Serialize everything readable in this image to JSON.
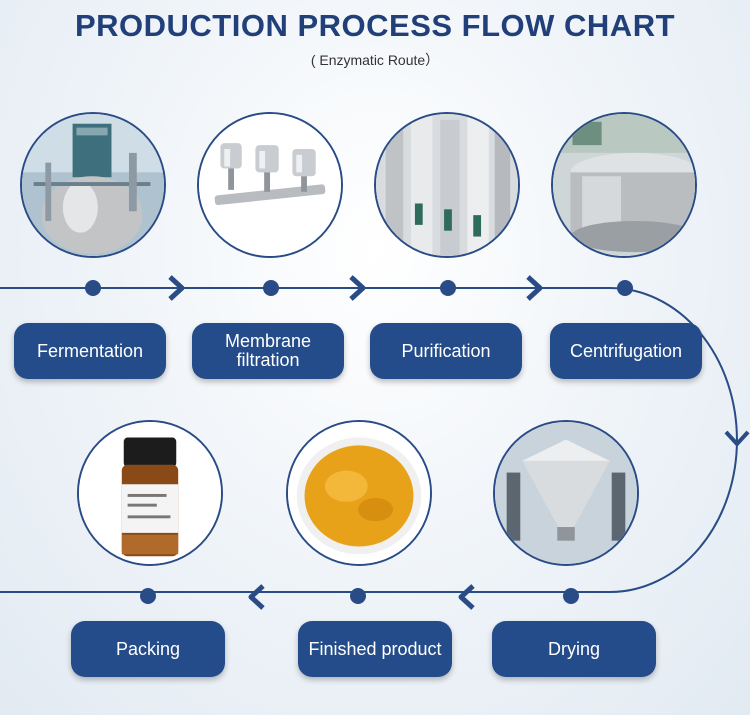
{
  "header": {
    "title": "PRODUCTION PROCESS FLOW CHART",
    "subtitle": "( Enzymatic Route）"
  },
  "steps": [
    {
      "label": "Fermentation"
    },
    {
      "label": "Membrane filtration"
    },
    {
      "label": "Purification"
    },
    {
      "label": "Centrifugation"
    },
    {
      "label": "Drying"
    },
    {
      "label": "Finished product"
    },
    {
      "label": "Packing"
    }
  ],
  "colors": {
    "accent": "#244b8a",
    "line": "#2a4c86",
    "title": "#213f79"
  },
  "icons": {
    "bottle_label": "20221",
    "bottle_label_cn": "天然叶黄素"
  }
}
